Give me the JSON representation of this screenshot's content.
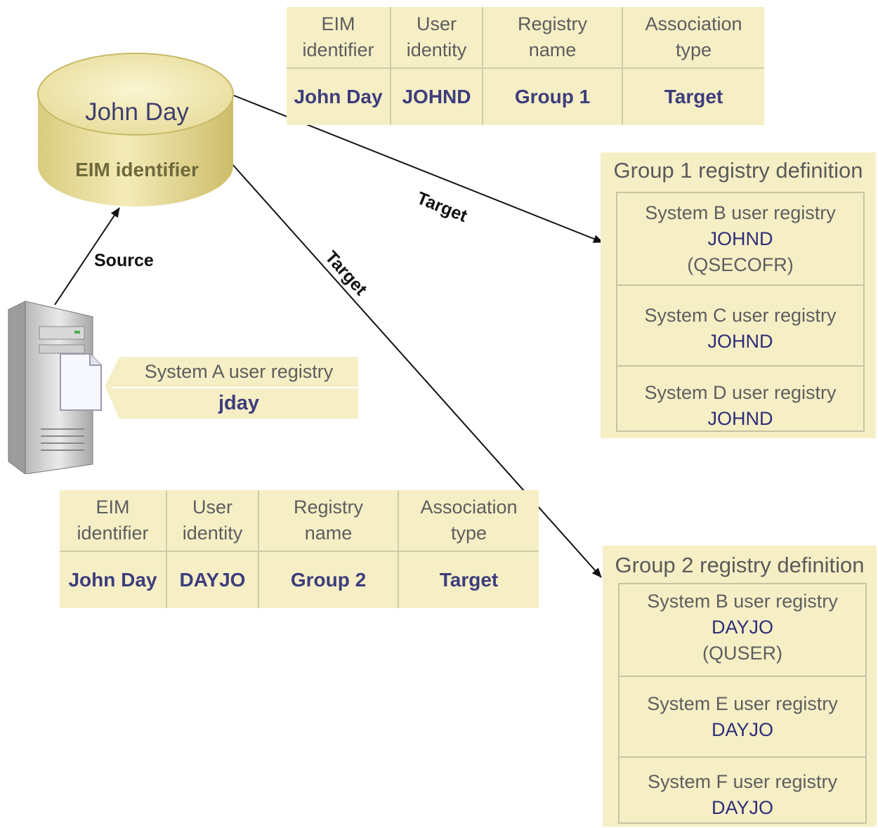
{
  "identifier": {
    "name": "John Day",
    "label": "EIM identifier"
  },
  "arrows": {
    "source_label": "Source",
    "target_label_1": "Target",
    "target_label_2": "Target"
  },
  "source_registry": {
    "name": "System A user registry",
    "user": "jday"
  },
  "table1": {
    "headers": [
      [
        "EIM",
        "identifier"
      ],
      [
        "User",
        "identity"
      ],
      [
        "Registry",
        "name"
      ],
      [
        "Association",
        "type"
      ]
    ],
    "row": [
      "John Day",
      "JOHND",
      "Group 1",
      "Target"
    ]
  },
  "table2": {
    "headers": [
      [
        "EIM",
        "identifier"
      ],
      [
        "User",
        "identity"
      ],
      [
        "Registry",
        "name"
      ],
      [
        "Association",
        "type"
      ]
    ],
    "row": [
      "John Day",
      "DAYJO",
      "Group 2",
      "Target"
    ]
  },
  "group1": {
    "title": "Group 1 registry definition",
    "registries": [
      {
        "name": "System B user registry",
        "user": "JOHND",
        "profile": "(QSECOFR)"
      },
      {
        "name": "System C user registry",
        "user": "JOHND"
      },
      {
        "name": "System D user registry",
        "user": "JOHND"
      }
    ]
  },
  "group2": {
    "title": "Group 2 registry definition",
    "registries": [
      {
        "name": "System B user registry",
        "user": "DAYJO",
        "profile": "(QUSER)"
      },
      {
        "name": "System E user registry",
        "user": "DAYJO"
      },
      {
        "name": "System F user registry",
        "user": "DAYJO"
      }
    ]
  }
}
